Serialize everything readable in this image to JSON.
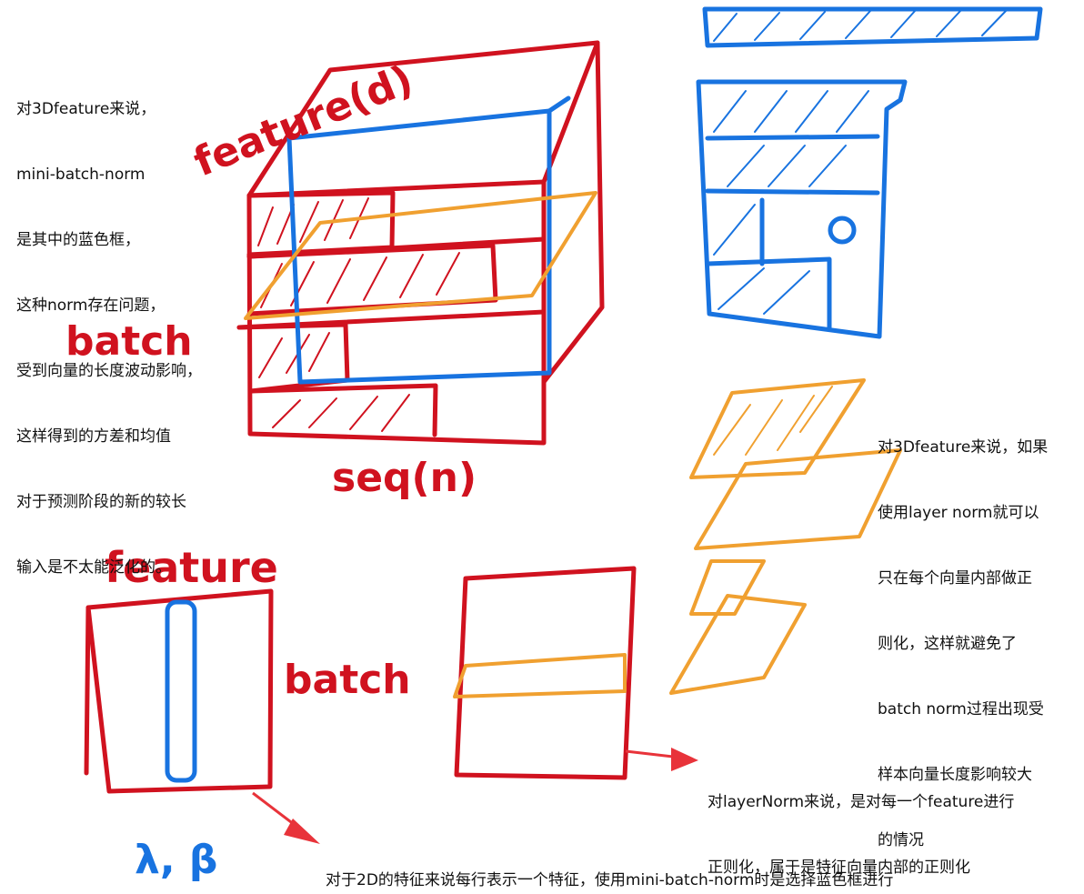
{
  "colors": {
    "red": "#d0121f",
    "blue": "#1873e0",
    "orange": "#f0a030",
    "arrow": "#e8333a",
    "text": "#111111"
  },
  "notes": {
    "batchnorm_3d": [
      "对3Dfeature来说，",
      "mini-batch-norm",
      "是其中的蓝色框，",
      "这种norm存在问题，",
      "受到向量的长度波动影响，",
      "这样得到的方差和均值",
      "对于预测阶段的新的较长",
      "输入是不太能泛化的。"
    ],
    "layernorm_3d": [
      "对3Dfeature来说，如果",
      "使用layer norm就可以",
      "只在每个向量内部做正",
      "则化，这样就避免了",
      "batch norm过程出现受",
      "样本向量长度影响较大",
      "的情况"
    ],
    "layernorm_2d": [
      "对layerNorm来说，是对每一个feature进行",
      "正则化，属于是特征向量内部的正则化"
    ],
    "batchnorm_2d": "对于2D的特征来说每行表示一个特征，使用mini-batch-norm时是选择蓝色框进行"
  },
  "labels": {
    "cube_feature": "feature(d)",
    "cube_batch": "batch",
    "cube_seq": "seq(n)",
    "square_feature": "feature",
    "square_batch": "batch",
    "params": "λ, β"
  }
}
